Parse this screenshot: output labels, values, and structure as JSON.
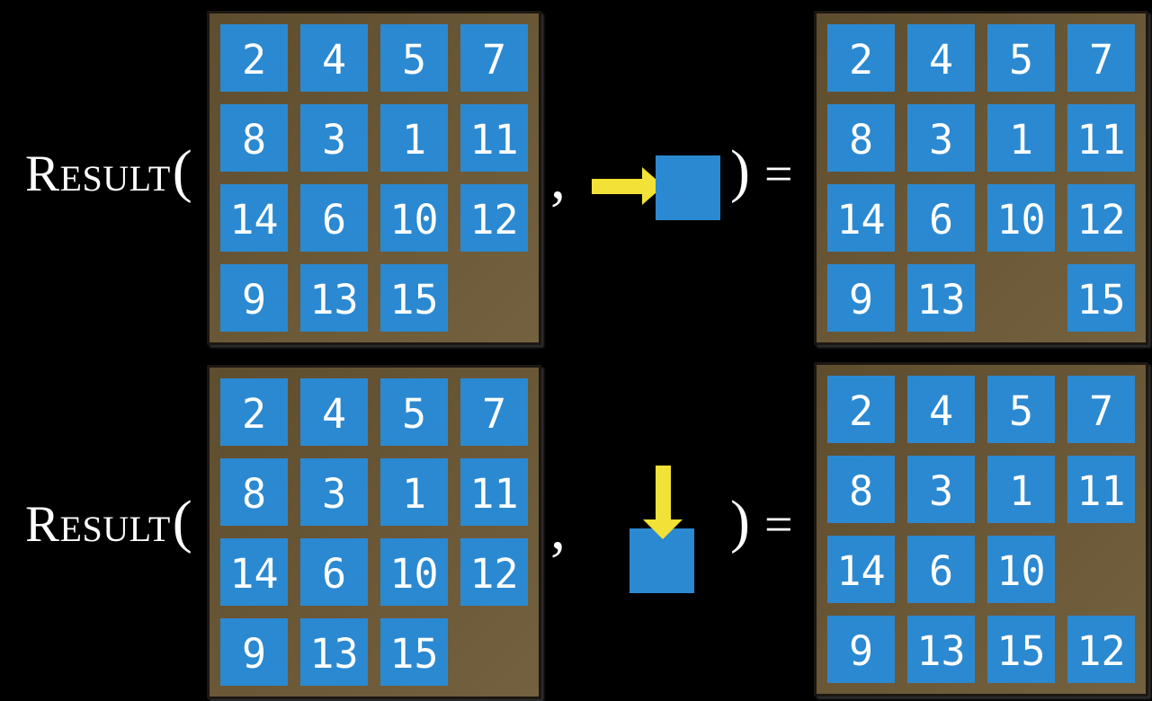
{
  "figure": {
    "function_name": "Result",
    "open_paren": "(",
    "comma": ",",
    "close_paren": ")",
    "equals": "="
  },
  "colors": {
    "background": "#000000",
    "tile_blue": "#2b89d1",
    "board_frame": "#6a5837",
    "board_border": "#1d1712",
    "arrow_yellow": "#f2e136",
    "text": "#ffffff"
  },
  "rows": [
    {
      "action": {
        "direction": "right",
        "icon": "arrow-right-icon"
      },
      "before_grid": [
        [
          "2",
          "4",
          "5",
          "7"
        ],
        [
          "8",
          "3",
          "1",
          "11"
        ],
        [
          "14",
          "6",
          "10",
          "12"
        ],
        [
          "9",
          "13",
          "15",
          ""
        ]
      ],
      "after_grid": [
        [
          "2",
          "4",
          "5",
          "7"
        ],
        [
          "8",
          "3",
          "1",
          "11"
        ],
        [
          "14",
          "6",
          "10",
          "12"
        ],
        [
          "9",
          "13",
          "",
          "15"
        ]
      ]
    },
    {
      "action": {
        "direction": "down",
        "icon": "arrow-down-icon"
      },
      "before_grid": [
        [
          "2",
          "4",
          "5",
          "7"
        ],
        [
          "8",
          "3",
          "1",
          "11"
        ],
        [
          "14",
          "6",
          "10",
          "12"
        ],
        [
          "9",
          "13",
          "15",
          ""
        ]
      ],
      "after_grid": [
        [
          "2",
          "4",
          "5",
          "7"
        ],
        [
          "8",
          "3",
          "1",
          "11"
        ],
        [
          "14",
          "6",
          "10",
          ""
        ],
        [
          "9",
          "13",
          "15",
          "12"
        ]
      ]
    }
  ]
}
